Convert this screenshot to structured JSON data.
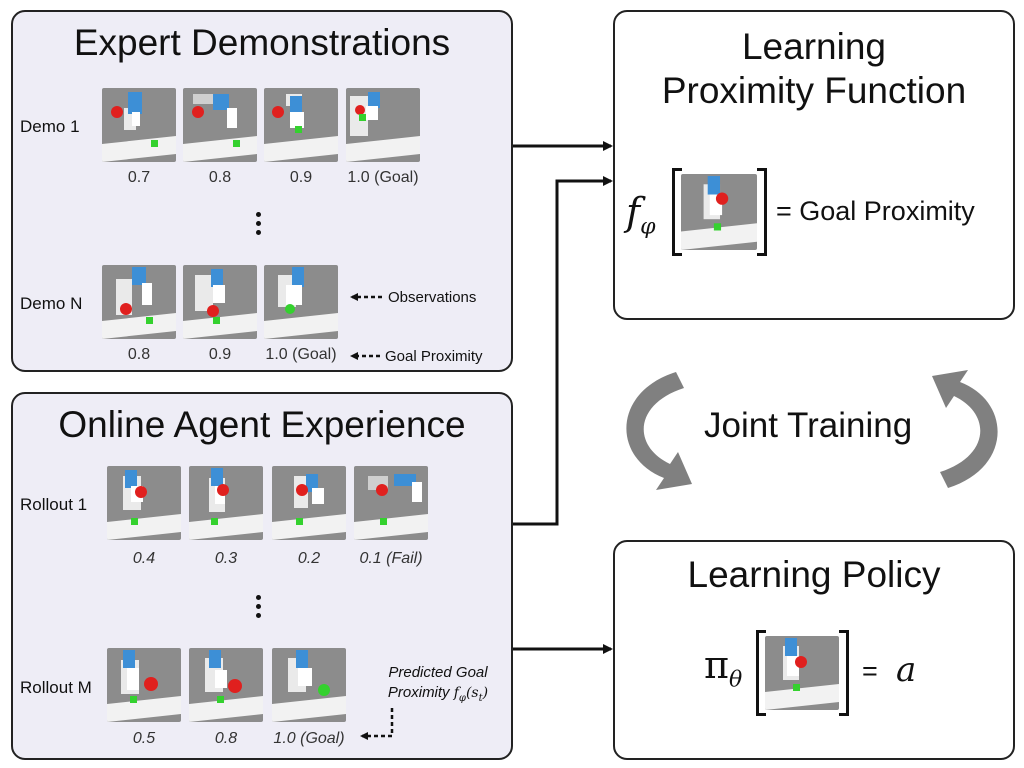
{
  "expert": {
    "title": "Expert Demonstrations",
    "demo1": {
      "label": "Demo 1",
      "values": [
        "0.7",
        "0.8",
        "0.9",
        "1.0 (Goal)"
      ]
    },
    "demoN": {
      "label": "Demo N",
      "values": [
        "0.8",
        "0.9",
        "1.0 (Goal)"
      ]
    },
    "observations_label": "Observations",
    "goal_proximity_label": "Goal Proximity"
  },
  "online": {
    "title": "Online Agent Experience",
    "rollout1": {
      "label": "Rollout 1",
      "values": [
        "0.4",
        "0.3",
        "0.2",
        "0.1 (Fail)"
      ]
    },
    "rolloutM": {
      "label": "Rollout M",
      "values": [
        "0.5",
        "0.8",
        "1.0 (Goal)"
      ]
    },
    "predicted_line1": "Predicted Goal",
    "predicted_line2": "Proximity"
  },
  "proximity_box": {
    "title_line1": "Learning",
    "title_line2": "Proximity Function",
    "equation_rhs": "= Goal Proximity"
  },
  "joint_training": "Joint Training",
  "policy_box": {
    "title": "Learning Policy",
    "equals": "=",
    "action": "a"
  },
  "colors": {
    "left_panel_bg": "#eeedf6",
    "robot_blue": "#3d8fd6",
    "ball_red": "#e0201e",
    "goal_green": "#34d12e",
    "cycle_arrow": "#808080"
  },
  "icons": [
    "dashed-left-arrow",
    "dashed-down-arrow",
    "cycle-arrow-left",
    "cycle-arrow-right"
  ]
}
